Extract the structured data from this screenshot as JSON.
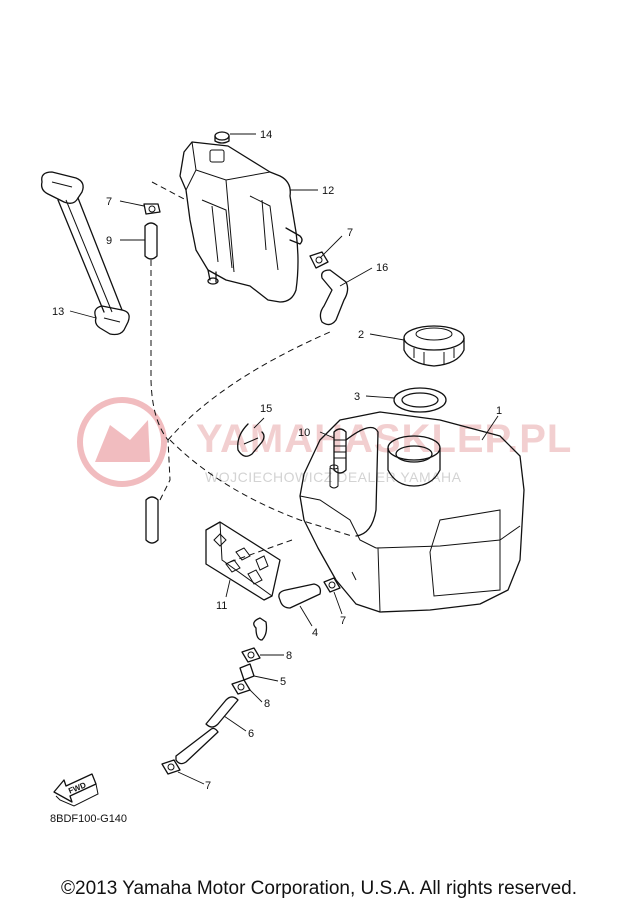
{
  "watermark": {
    "brand": "YAMAHASKLEP.PL",
    "subtitle": "WOJCIECHOWICZ DEALER YAMAHA"
  },
  "callouts": {
    "c1": "1",
    "c2": "2",
    "c3": "3",
    "c4": "4",
    "c5": "5",
    "c6": "6",
    "c7a": "7",
    "c7b": "7",
    "c7c": "7",
    "c7d": "7",
    "c8a": "8",
    "c8b": "8",
    "c9": "9",
    "c10": "10",
    "c11": "11",
    "c12": "12",
    "c13": "13",
    "c14": "14",
    "c15": "15",
    "c16": "16"
  },
  "fwd_label": "FWD",
  "diagram_code": "8BDF100-G140",
  "copyright": "©2013 Yamaha Motor Corporation, U.S.A. All rights reserved."
}
